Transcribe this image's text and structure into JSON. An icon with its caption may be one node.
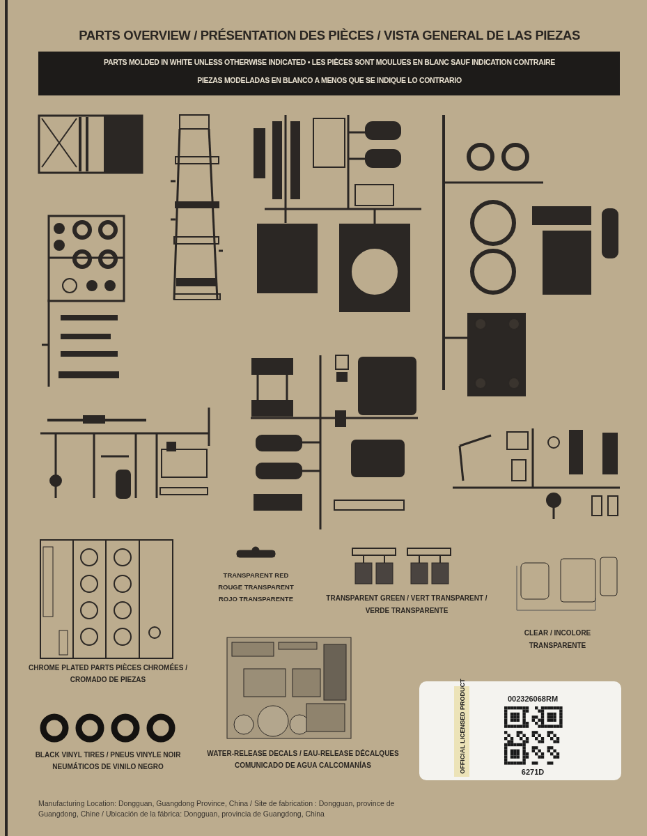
{
  "diagram": {
    "title": "PARTS OVERVIEW / PRÉSENTATION DES PIÈCES / VISTA GENERAL DE LAS PIEZAS",
    "labels": [
      "PARTS MOLDED IN WHITE UNLESS OTHERWISE INDICATED • LES PIÈCES SONT MOULUES EN BLANC SAUF INDICATION CONTRAIRE",
      "PIEZAS MODELADAS EN BLANCO A MENOS QUE SE INDIQUE LO CONTRARIO",
      "TRANSPARENT RED ROUGE TRANSPARENT ROJO TRANSPARENTE",
      "TRANSPARENT GREEN / VERT TRANSPARENT / VERDE TRANSPARENTE",
      "CLEAR / INCOLORE TRANSPARENTE",
      "CHROME PLATED PARTS PIÈCES CHROMÉES / CROMADO DE PIEZAS",
      "BLACK VINYL TIRES / PNEUS VINYLE NOIR NEUMÁTICOS DE VINILO NEGRO",
      "WATER-RELEASE DECALS / EAU-RELEASE DÉCALQUES COMUNICADO DE AGUA CALCOMANÍAS",
      "OFFICIAL LICENSED PRODUCT",
      "002326068RM",
      "6271D",
      "Manufacturing Location: Dongguan, Guangdong Province, China / Site de fabrication : Dongguan, province de Guangdong, Chine / Ubicación de la fábrica: Dongguan, provincia de Guangdong, China"
    ]
  }
}
